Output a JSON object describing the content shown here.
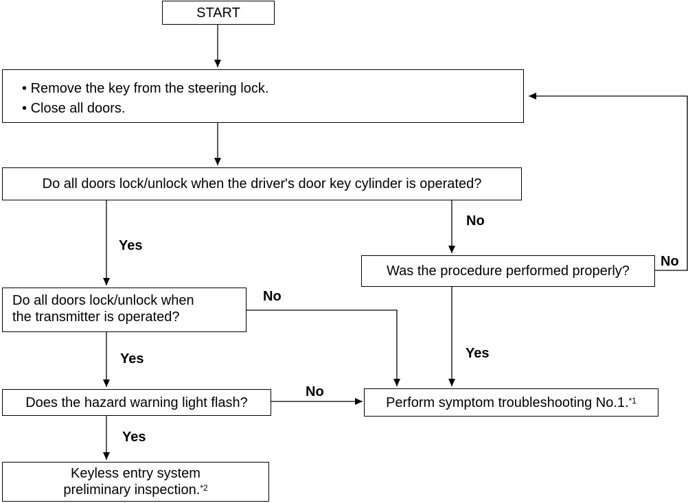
{
  "flowchart": {
    "start": "START",
    "prep_steps": [
      "Remove the key from the steering lock.",
      "Close all doors."
    ],
    "q_key_cylinder": "Do all doors lock/unlock when the driver's door key cylinder is operated?",
    "q_procedure": "Was the procedure performed properly?",
    "q_transmitter_line1": "Do all doors lock/unlock when",
    "q_transmitter_line2": "the transmitter is operated?",
    "q_hazard": "Does the hazard warning light flash?",
    "result_symptom": "Perform symptom troubleshooting No.1.",
    "result_symptom_note": "*1",
    "result_keyless_line1": "Keyless entry system",
    "result_keyless_line2": "preliminary inspection.",
    "result_keyless_note": "*2",
    "bullet": "•"
  },
  "edge_labels": {
    "yes": "Yes",
    "no": "No"
  }
}
